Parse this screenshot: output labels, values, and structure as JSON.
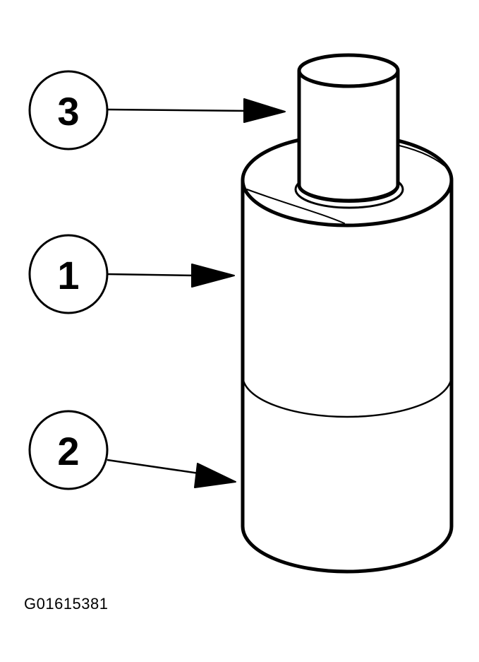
{
  "figure": {
    "id": "G01615381",
    "callouts": [
      {
        "label": "3"
      },
      {
        "label": "1"
      },
      {
        "label": "2"
      }
    ]
  },
  "colors": {
    "ink": "#000000",
    "paper": "#ffffff"
  }
}
